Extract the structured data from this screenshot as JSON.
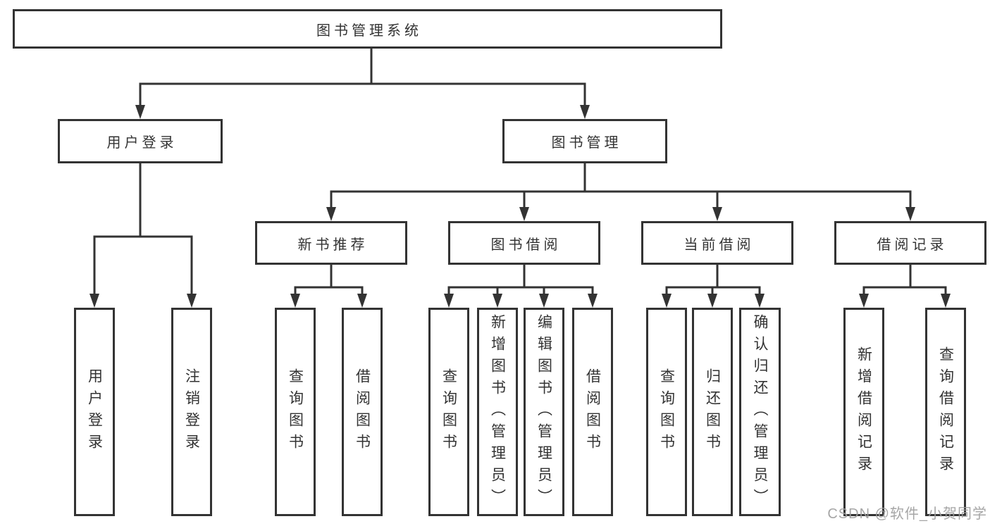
{
  "diagram": {
    "nodes": {
      "root": "图书管理系统",
      "user_login": "用户登录",
      "book_management": "图书管理",
      "new_book_recommend": "新书推荐",
      "book_borrowing": "图书借阅",
      "current_borrowing": "当前借阅",
      "borrowing_records": "借阅记录",
      "leaf_login": "用户登录",
      "leaf_logout": "注销登录",
      "leaf_nb_query_books": "查询图书",
      "leaf_nb_borrow_books": "借阅图书",
      "leaf_bb_query_books": "查询图书",
      "leaf_bb_add_books": "新增图书（管理员）",
      "leaf_bb_edit_books": "编辑图书（管理员）",
      "leaf_bb_borrow_books": "借阅图书",
      "leaf_cb_query_books": "查询图书",
      "leaf_cb_return_books": "归还图书",
      "leaf_cb_confirm_return": "确认归还（管理员）",
      "leaf_br_add_record": "新增借阅记录",
      "leaf_br_query_record": "查询借阅记录"
    }
  },
  "watermark": "CSDN @软件_小贺同学",
  "colors": {
    "line": "#333333",
    "text": "#333333",
    "background": "#ffffff",
    "watermark": "#9e9e9e"
  }
}
